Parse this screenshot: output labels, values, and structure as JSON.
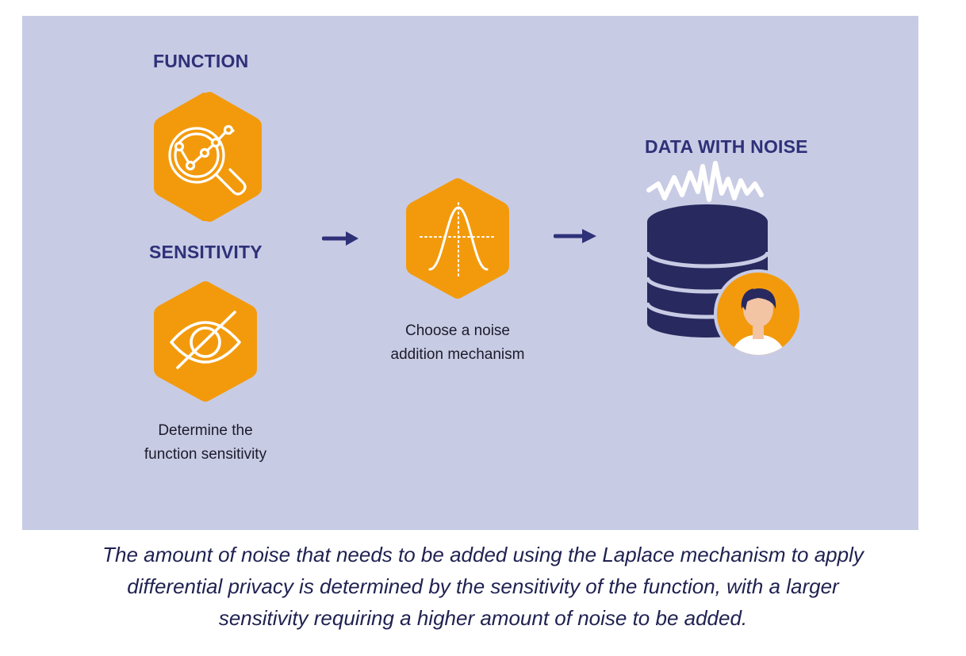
{
  "colors": {
    "panel_bg": "#c8cbe4",
    "accent_orange": "#f39a0c",
    "navy": "#2e3178",
    "caption_text": "#1f2150"
  },
  "diagram": {
    "function_heading": "FUNCTION",
    "sensitivity_heading": "SENSITIVITY",
    "sensitivity_label_line1": "Determine the",
    "sensitivity_label_line2": "function sensitivity",
    "mechanism_label_line1": "Choose a noise",
    "mechanism_label_line2": "addition mechanism",
    "output_heading": "DATA WITH NOISE",
    "icons": [
      "magnifier-chart-icon",
      "eye-slash-icon",
      "bell-curve-icon",
      "database-icon",
      "noise-wave-icon",
      "user-avatar-icon",
      "arrow-right-icon"
    ]
  },
  "caption": {
    "line1": "The amount of noise that needs to be added using the Laplace mechanism to apply",
    "line2": "differential privacy is determined by the sensitivity of the function, with a larger",
    "line3": "sensitivity requiring a higher amount of noise to be added."
  }
}
